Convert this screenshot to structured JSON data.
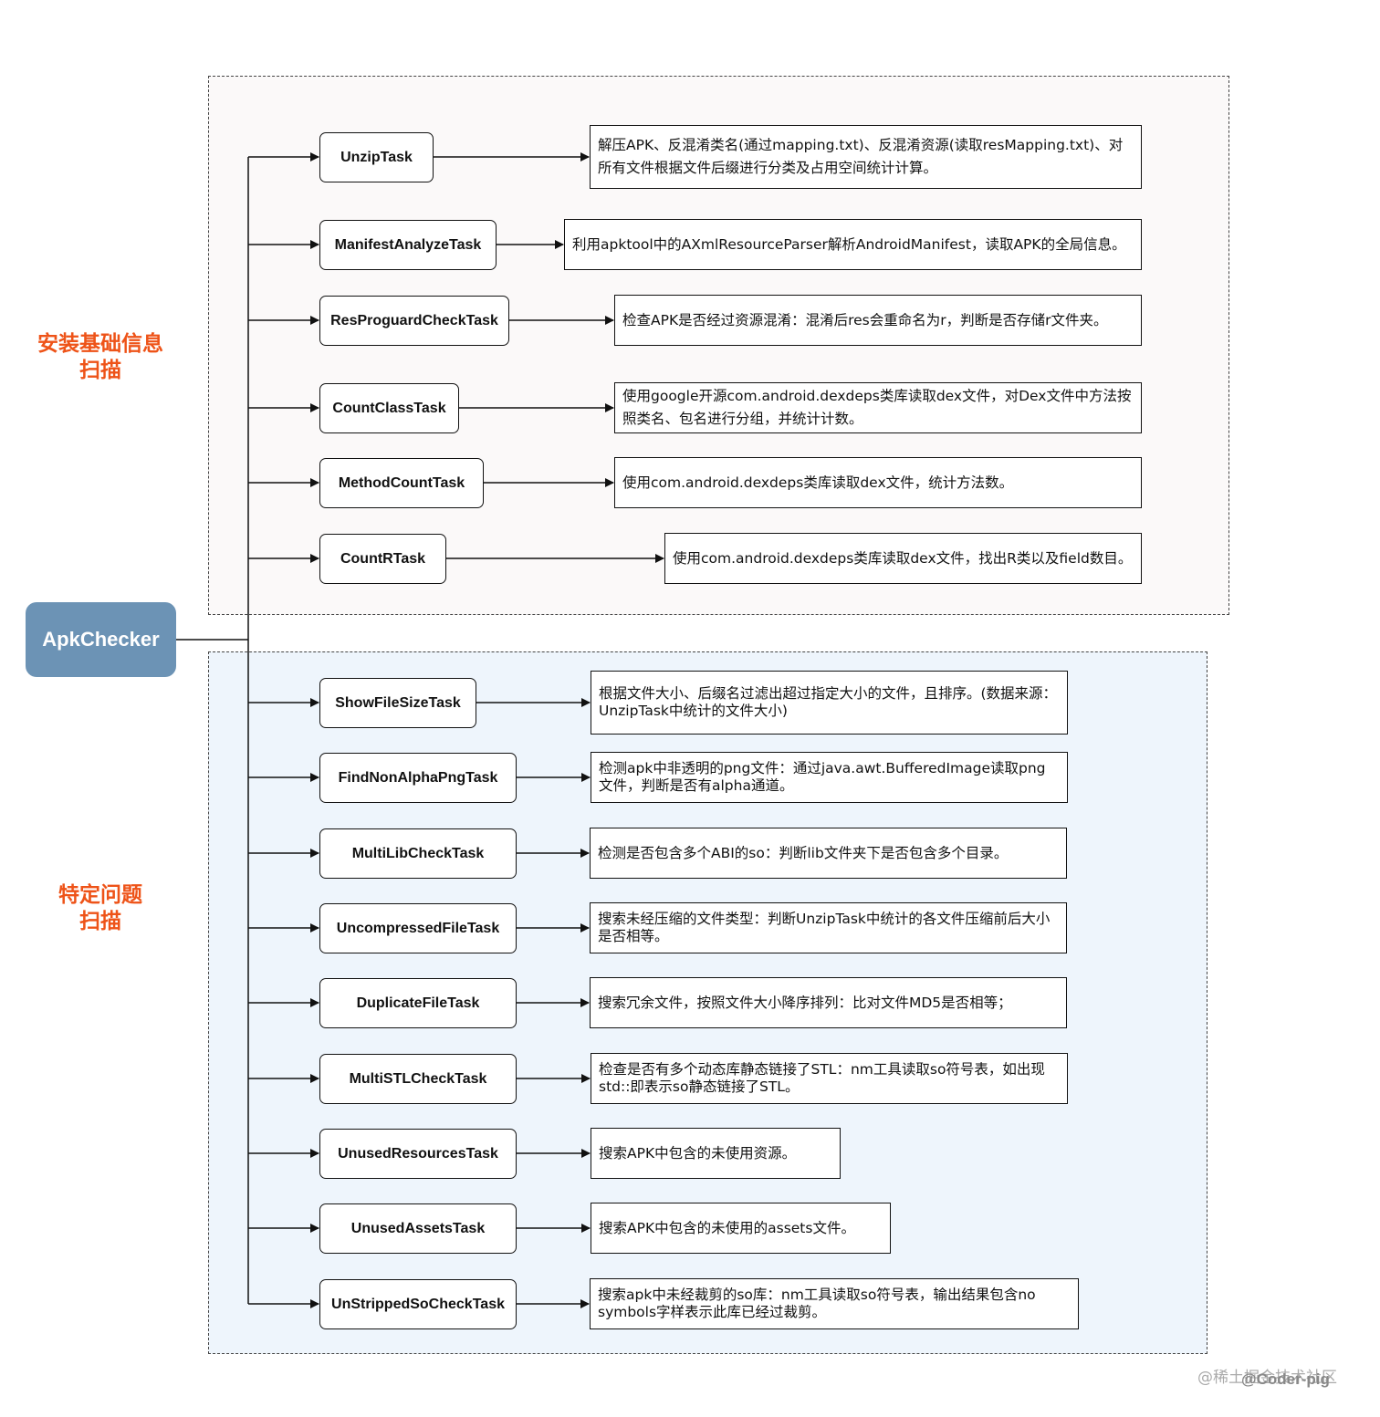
{
  "root": {
    "label": "ApkChecker"
  },
  "groups": {
    "basic": {
      "title_line1": "安装基础信息",
      "title_line2": "扫描"
    },
    "issue": {
      "title_line1": "特定问题",
      "title_line2": "扫描"
    }
  },
  "tasks": [
    {
      "name": "UnzipTask",
      "desc": "解压APK、反混淆类名(通过mapping.txt)、反混淆资源(读取resMapping.txt)、对所有文件根据文件后缀进行分类及占用空间统计计算。"
    },
    {
      "name": "ManifestAnalyzeTask",
      "desc": "利用apktool中的AXmlResourceParser解析AndroidManifest，读取APK的全局信息。"
    },
    {
      "name": "ResProguardCheckTask",
      "desc": "检查APK是否经过资源混淆：混淆后res会重命名为r，判断是否存储r文件夹。"
    },
    {
      "name": "CountClassTask",
      "desc": "使用google开源com.android.dexdeps类库读取dex文件，对Dex文件中方法按照类名、包名进行分组，并统计计数。"
    },
    {
      "name": "MethodCountTask",
      "desc": "使用com.android.dexdeps类库读取dex文件，统计方法数。"
    },
    {
      "name": "CountRTask",
      "desc": "使用com.android.dexdeps类库读取dex文件，找出R类以及field数目。"
    },
    {
      "name": "ShowFileSizeTask",
      "desc": "根据文件大小、后缀名过滤出超过指定大小的文件，且排序。(数据来源：UnzipTask中统计的文件大小)"
    },
    {
      "name": "FindNonAlphaPngTask",
      "desc": "检测apk中非透明的png文件：通过java.awt.BufferedImage读取png文件，判断是否有alpha通道。"
    },
    {
      "name": "MultiLibCheckTask",
      "desc": "检测是否包含多个ABI的so：判断lib文件夹下是否包含多个目录。"
    },
    {
      "name": "UncompressedFileTask",
      "desc": "搜索未经压缩的文件类型：判断UnzipTask中统计的各文件压缩前后大小是否相等。"
    },
    {
      "name": "DuplicateFileTask",
      "desc": "搜索冗余文件，按照文件大小降序排列：比对文件MD5是否相等；"
    },
    {
      "name": "MultiSTLCheckTask",
      "desc": "检查是否有多个动态库静态链接了STL：nm工具读取so符号表，如出现std::即表示so静态链接了STL。"
    },
    {
      "name": "UnusedResourcesTask",
      "desc": "搜索APK中包含的未使用资源。"
    },
    {
      "name": "UnusedAssetsTask",
      "desc": "搜索APK中包含的未使用的assets文件。"
    },
    {
      "name": "UnStrippedSoCheckTask",
      "desc": "搜索apk中未经裁剪的so库：nm工具读取so符号表，输出结果包含no symbols字样表示此库已经过裁剪。"
    }
  ],
  "watermark": {
    "text1": "@稀土掘金技术社区",
    "text2": "@Coder-pig"
  },
  "colors": {
    "root_fill": "#6c93b5",
    "group_title": "#ee5318",
    "basic_bg": "#fbf9f9",
    "issue_bg": "#eef5fc"
  }
}
